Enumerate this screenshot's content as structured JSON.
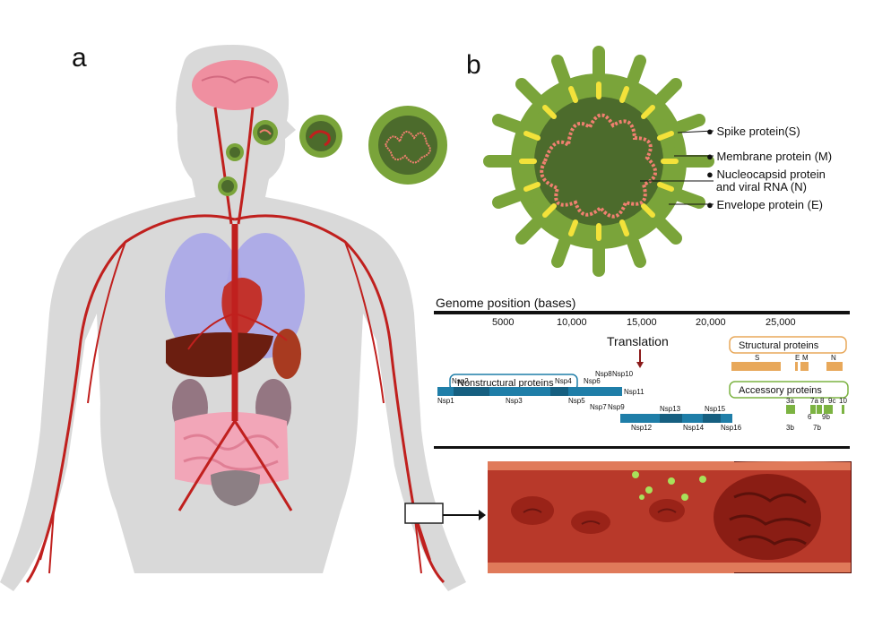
{
  "panels": {
    "a": "a",
    "b": "b"
  },
  "virus_labels": {
    "spike": "Spike protein(S)",
    "membrane": "Membrane protein (M)",
    "nucleocapsid_1": "Nucleocapsid protein",
    "nucleocapsid_2": "and viral RNA (N)",
    "envelope": "Envelope protein (E)"
  },
  "genome": {
    "title": "Genome position (bases)",
    "ticks": [
      "5000",
      "10,000",
      "15,000",
      "20,000",
      "25,000"
    ],
    "translation": "Translation",
    "nonstructural_label": "Nonstructural proteins",
    "structural_label": "Structural proteins",
    "accessory_label": "Accessory proteins",
    "nsp_top": [
      "Nsp2",
      "Nsp4",
      "Nsp6",
      "Nsp8",
      "Nsp10"
    ],
    "nsp_bottom": [
      "Nsp1",
      "Nsp3",
      "Nsp5",
      "Nsp7",
      "Nsp9",
      "Nsp11"
    ],
    "nsp_row2_top": [
      "Nsp13",
      "Nsp15"
    ],
    "nsp_row2_bottom": [
      "Nsp12",
      "Nsp14",
      "Nsp16"
    ],
    "structural_genes": [
      "S",
      "E",
      "M",
      "N"
    ],
    "accessory_top": [
      "3a",
      "7a",
      "8",
      "9c",
      "10"
    ],
    "accessory_bottom": [
      "3b",
      "6",
      "9b",
      "7b"
    ]
  },
  "colors": {
    "blood": "#c0201e",
    "virus_outer": "#7aa43a",
    "virus_core": "#4c6b2c",
    "spike_tip": "#f3e23a",
    "rna": "#f08070",
    "genome_bar": "#1f7ea8",
    "structural": "#e8a85a",
    "accessory": "#7cb342",
    "vessel": "#b8392a"
  }
}
